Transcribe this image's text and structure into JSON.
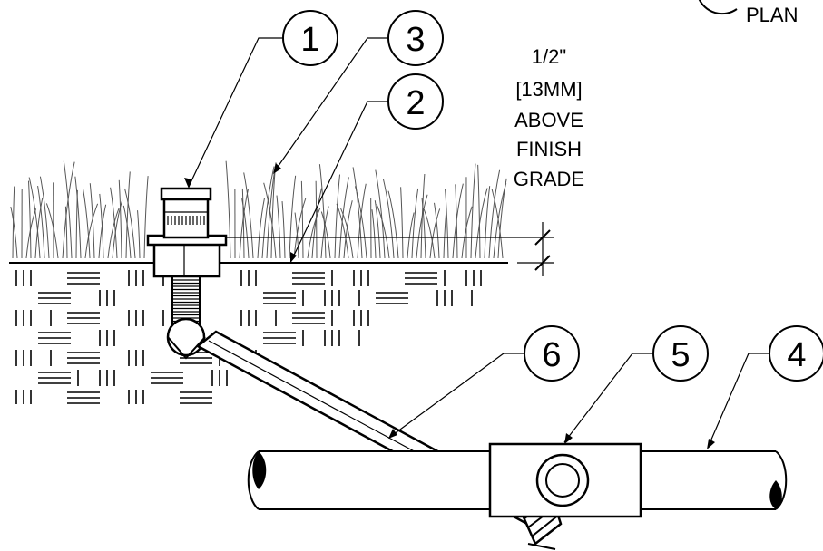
{
  "header": {
    "label": "PLAN"
  },
  "note": {
    "lines": [
      "1/2\"",
      "[13MM]",
      "ABOVE",
      "FINISH",
      "GRADE"
    ]
  },
  "callouts": [
    {
      "id": "c1",
      "label": "1"
    },
    {
      "id": "c2",
      "label": "2"
    },
    {
      "id": "c3",
      "label": "3"
    },
    {
      "id": "c4",
      "label": "4"
    },
    {
      "id": "c5",
      "label": "5"
    },
    {
      "id": "c6",
      "label": "6"
    }
  ]
}
